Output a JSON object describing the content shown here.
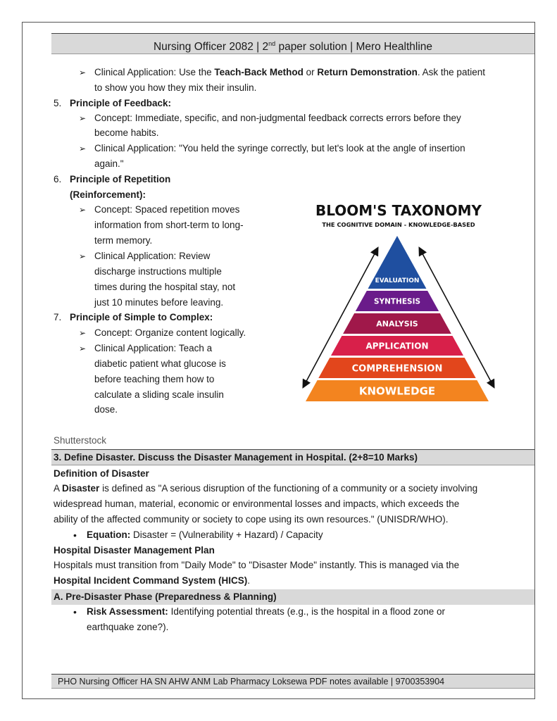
{
  "header": {
    "title_pre": "Nursing Officer 2082 | 2",
    "title_sup": "nd",
    "title_post": " paper solution | Mero Healthline"
  },
  "bullet_arrow": "➢",
  "bullet_dot": "•",
  "p4": {
    "clin_a": "Clinical Application: Use the ",
    "clin_b": "Teach-Back Method",
    "clin_c": " or ",
    "clin_d": "Return Demonstration",
    "clin_e": ". Ask the patient",
    "clin_2": "to show you how they mix their insulin."
  },
  "p5": {
    "num": "5.",
    "title": "Principle of Feedback:",
    "concept_1": "Concept: Immediate, specific, and non-judgmental feedback corrects errors before they",
    "concept_2": "become habits.",
    "clin_1": "Clinical Application: \"You held the syringe correctly, but let's look at the angle of insertion",
    "clin_2": "again.\""
  },
  "p6": {
    "num": "6.",
    "title_1": "Principle of Repetition",
    "title_2": "(Reinforcement):",
    "concept": [
      "Concept: Spaced repetition moves",
      "information from short-term to long-",
      "term memory."
    ],
    "clin": [
      "Clinical Application: Review",
      "discharge instructions multiple",
      "times during the hospital stay, not",
      "just 10 minutes before leaving."
    ]
  },
  "p7": {
    "num": "7.",
    "title": "Principle of Simple to Complex:",
    "concept": "Concept: Organize content logically.",
    "clin": [
      "Clinical Application: Teach a",
      "diabetic patient what glucose is",
      "before teaching them how to",
      "calculate a sliding scale insulin",
      "dose."
    ]
  },
  "figure": {
    "title": "BLOOM'S TAXONOMY",
    "subtitle": "THE COGNITIVE DOMAIN - KNOWLEDGE-BASED",
    "levels": [
      "EVALUATION",
      "SYNTHESIS",
      "ANALYSIS",
      "APPLICATION",
      "COMPREHENSION",
      "KNOWLEDGE"
    ],
    "colors": [
      "#1f4fa0",
      "#6a1b8a",
      "#a0184a",
      "#d8204a",
      "#e2461c",
      "#f3841f"
    ],
    "caption": "Shutterstock"
  },
  "q3": {
    "heading": "3. Define Disaster. Discuss the Disaster Management in Hospital. (2+8=10 Marks)",
    "def_title": "Definition of Disaster",
    "def_1a": "A ",
    "def_1b": "Disaster",
    "def_1c": " is defined as \"A serious disruption of the functioning of a community or a society involving",
    "def_2": "widespread human, material, economic or environmental losses and impacts, which exceeds the",
    "def_3": "ability of the affected community or society to cope using its own resources.\" (UNISDR/WHO).",
    "eq_label": "Equation:",
    "eq_text": " Disaster = (Vulnerability + Hazard) / Capacity",
    "plan_title": "Hospital Disaster Management Plan",
    "plan_1": "Hospitals must transition from \"Daily Mode\" to \"Disaster Mode\" instantly. This is managed via the",
    "plan_2a": "Hospital Incident Command System (HICS)",
    "plan_2b": ".",
    "phaseA": "A. Pre-Disaster Phase (Preparedness & Planning)",
    "risk_label": "Risk Assessment:",
    "risk_1": " Identifying potential threats (e.g., is the hospital in a flood zone or",
    "risk_2": "earthquake zone?)."
  },
  "footer": {
    "text": "PHO Nursing Officer HA SN AHW ANM Lab Pharmacy Loksewa PDF notes available | 9700353904"
  }
}
